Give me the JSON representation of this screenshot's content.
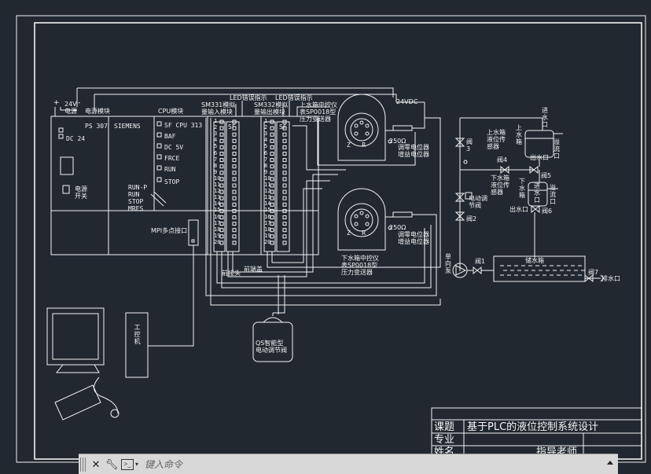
{
  "labels": {
    "v24_power": "24V\n电源",
    "power_module": "电源模块",
    "cpu_module": "CPU模块",
    "sm331_led": "LED错误指示",
    "sm331": "SM331模拟\n量输入模块",
    "sm332_led": "LED错误指示",
    "sm332": "SM332模拟\n量输出模块",
    "upper_instrument": "上水箱中控仪\n表SP0018型\n压力变送器",
    "vdc24": "24VDC",
    "ps307": "PS 307",
    "dc24": "DC 24",
    "siemens": "SIEMENS",
    "cpu_sf": "SF CPU 313",
    "cpu_baf": "BAF",
    "cpu_dc5v": "DC 5V",
    "cpu_frce": "FRCE",
    "cpu_run": "RUN",
    "cpu_stop": "STOP",
    "runp": "RUN-P\nRUN\nSTOP\nMRES",
    "power_switch": "电源\n开关",
    "mpi": "MPI多点接口",
    "sf1": "SF",
    "sf2": "SF",
    "front_connector": "前接头",
    "front_connector2": "前端盖",
    "r250_top": "250Ω",
    "r250_bot": "250Ω",
    "pot_top": "调零电位器\n增益电位器",
    "pot_bot": "调零电位器\n增益电位器",
    "lower_instrument": "下水箱中控仪\n表SP0018型\n压力变送器",
    "qs_valve": "QS智能型\n电动调节阀",
    "ipc": "工\n控\n机",
    "valve3": "阀\n3",
    "upper_sensor": "上水箱\n液位传\n感器",
    "upper_tank": "上\n水\n箱",
    "inlet_top": "进\n水\n口",
    "overflow_top": "溢\n流\n口",
    "outlet_top": "出水口",
    "valve4": "阀4",
    "valve5": "阀5",
    "lower_sensor": "下水箱\n液位传\n感器",
    "lower_tank": "下\n水\n箱",
    "inlet_low": "进\n水\n口",
    "overflow_low": "溢\n流\n口",
    "outlet_low": "出水口",
    "valve6": "阀6",
    "electric_valve": "电动调\n节阀",
    "valve2": "阀2",
    "valve1": "阀1",
    "pump": "单\n向\n泵",
    "reservoir": "储水箱",
    "valve7": "阀7",
    "drain": "排水口",
    "zr_top": "Z   R",
    "zr_bot": "Z   R",
    "terminals": [
      "1",
      "2",
      "3",
      "4",
      "5",
      "6",
      "7",
      "8",
      "9",
      "10",
      "11",
      "12",
      "13",
      "14",
      "15",
      "16",
      "17",
      "18",
      "19",
      "20"
    ]
  },
  "title_block": {
    "topic_label": "课题",
    "topic_value": "基于PLC的液位控制系统设计",
    "major_label": "专业",
    "name_label": "姓名",
    "advisor_label": "指导老师"
  },
  "command_bar": {
    "placeholder": "键入命令"
  },
  "colors": {
    "background": "#212830",
    "lines": "#f2f2f2",
    "command_bar": "#d8d8d8"
  }
}
